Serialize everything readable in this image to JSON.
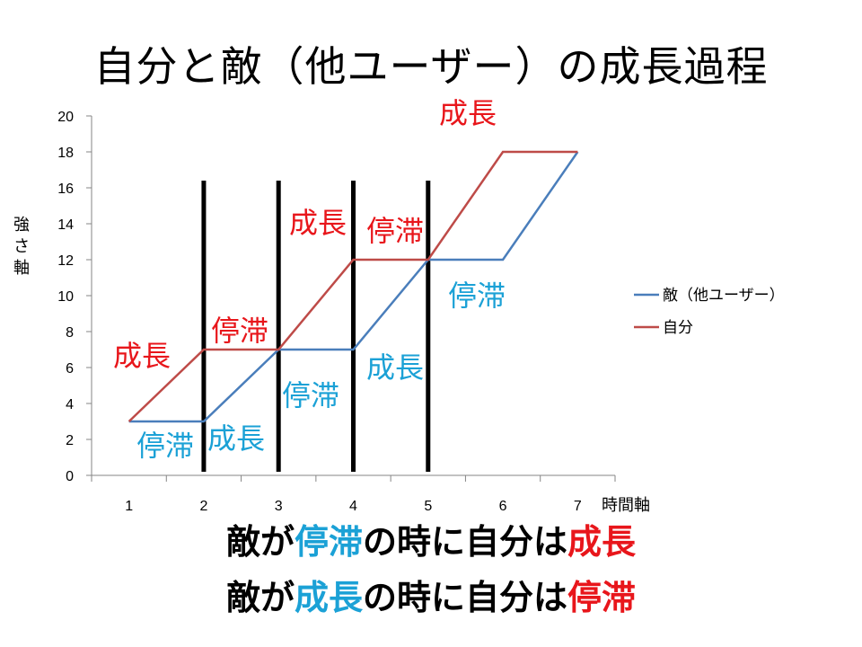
{
  "title": "自分と敵（他ユーザー）の成長過程",
  "colors": {
    "enemy_line": "#4a7ebb",
    "self_line": "#be4b48",
    "cyan_text": "#1ba1d6",
    "red_text": "#e8161b",
    "axis": "#868686",
    "divider": "#000000"
  },
  "chart_data": {
    "type": "line",
    "x": [
      1,
      2,
      3,
      4,
      5,
      6,
      7
    ],
    "xlabel": "時間軸",
    "ylabel": "強さ軸",
    "ylim": [
      0,
      20
    ],
    "yticks": [
      0,
      2,
      4,
      6,
      8,
      10,
      12,
      14,
      16,
      18,
      20
    ],
    "grid": false,
    "legend_position": "right",
    "series": [
      {
        "name": "敵（他ユーザー）",
        "color": "#4a7ebb",
        "values": [
          3,
          3,
          7,
          7,
          12,
          12,
          18
        ]
      },
      {
        "name": "自分",
        "color": "#be4b48",
        "values": [
          3,
          7,
          7,
          12,
          12,
          18,
          18
        ]
      }
    ],
    "dividers_x": [
      2,
      3,
      4,
      5
    ],
    "annotations": [
      {
        "text": "成長",
        "color": "#e8161b",
        "near": "self",
        "segment": 1
      },
      {
        "text": "停滞",
        "color": "#1ba1d6",
        "near": "enemy",
        "segment": 1
      },
      {
        "text": "停滞",
        "color": "#e8161b",
        "near": "self",
        "segment": 2
      },
      {
        "text": "成長",
        "color": "#1ba1d6",
        "near": "enemy",
        "segment": 2
      },
      {
        "text": "成長",
        "color": "#e8161b",
        "near": "self",
        "segment": 3
      },
      {
        "text": "停滞",
        "color": "#1ba1d6",
        "near": "enemy",
        "segment": 3
      },
      {
        "text": "停滞",
        "color": "#e8161b",
        "near": "self",
        "segment": 4
      },
      {
        "text": "成長",
        "color": "#1ba1d6",
        "near": "enemy",
        "segment": 4
      },
      {
        "text": "成長",
        "color": "#e8161b",
        "near": "self",
        "segment": 5
      },
      {
        "text": "停滞",
        "color": "#1ba1d6",
        "near": "enemy",
        "segment": 5
      }
    ]
  },
  "summary": {
    "line1": {
      "prefix": "敵が",
      "word1": "停滞",
      "middle": "の時に自分は",
      "word2": "成長"
    },
    "line2": {
      "prefix": "敵が",
      "word1": "成長",
      "middle": "の時に自分は",
      "word2": "停滞"
    }
  }
}
